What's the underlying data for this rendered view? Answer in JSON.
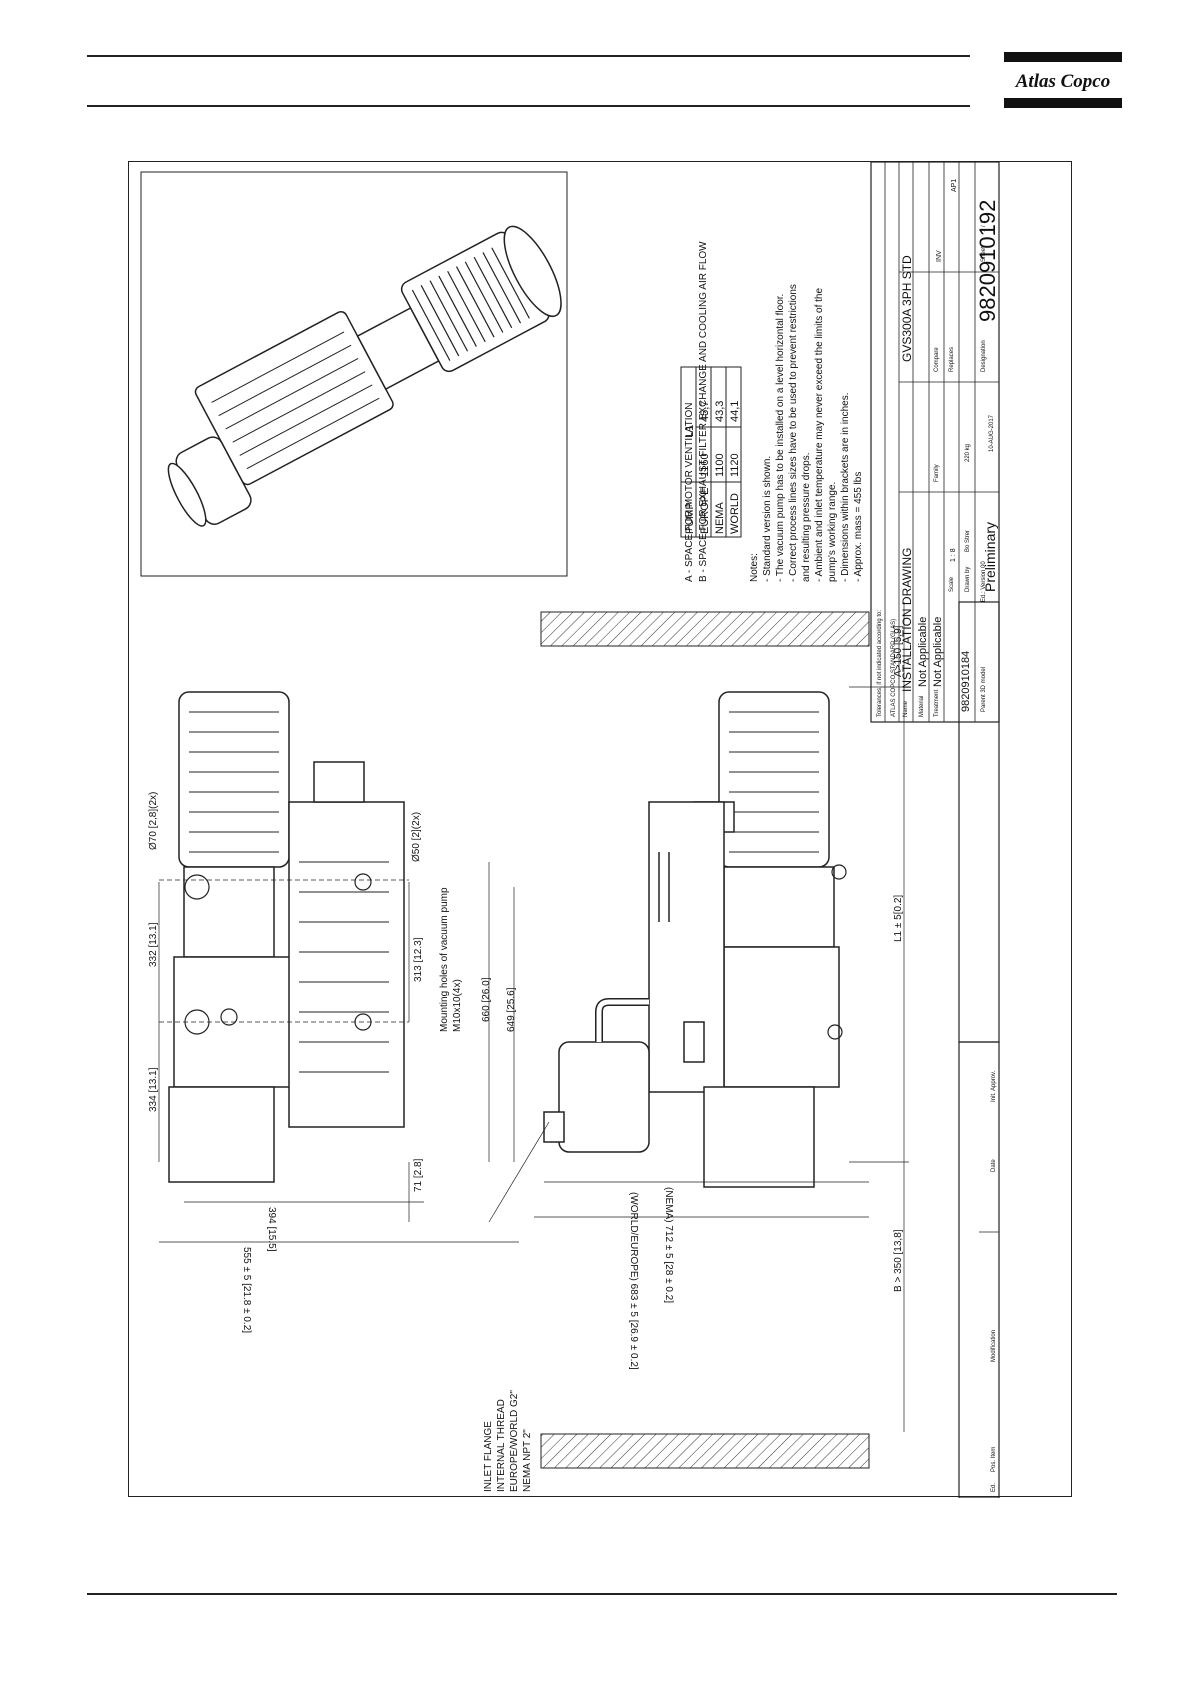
{
  "header": {
    "brand": "Atlas Copco"
  },
  "drawing": {
    "notes_title": "Notes:",
    "notes": [
      "- Standard version is shown.",
      "- The vacuum pump has to be installed on a level horizontal floor.",
      "- Correct process lines sizes have to be used to prevent restrictions",
      "  and resulting pressure drops.",
      "- Ambient and inlet temperature may never exceed the limits of the",
      "  pump's working range.",
      "- Dimensions within brackets are in inches.",
      "- Approx. mass = 455 lbs"
    ],
    "space_a": "A - SPACE FOR MOTOR VENTILATION",
    "space_b": "B - SPACE FOR EXHAUST FILTER EXCHANGE  AND COOLING AIR FLOW",
    "l1_table": {
      "headers": [
        "PUMP",
        "L1"
      ],
      "rows": [
        [
          "EUROPE",
          "1160",
          "45,7"
        ],
        [
          "NEMA",
          "1100",
          "43,3"
        ],
        [
          "WORLD",
          "1120",
          "44,1"
        ]
      ]
    },
    "dims": {
      "d70": "Ø70 [2,8](2x)",
      "d50": "Ø50 [2](2x)",
      "d332": "332 [13.1]",
      "d334": "334 [13.1]",
      "d313": "313 [12.3]",
      "mounting1": "Mounting holes of vacuum pump",
      "mounting2": "M10x10(4x)",
      "d660": "660 [26.0]",
      "d649": "649 [25.6]",
      "d71": "71 [2.8]",
      "d394": "394 [15.5]",
      "d555": "555 ± 5 [21.8 ± 0.2]",
      "d683": "(WORLD/EUROPE) 683 ± 5 [26.9 ± 0.2]",
      "d712": "(NEMA) 712 ± 5 [28 ± 0.2]",
      "l1": "L1 ± 5[0.2]",
      "a150": "A>150 [5,9]",
      "b350": "B > 350 [13,8]",
      "inlet1": "INLET FLANGE",
      "inlet2": "INTERNAL THREAD",
      "inlet3": "EUROPE/WORLD G2\"",
      "inlet4": "NEMA NPT 2\""
    },
    "title_block": {
      "tolerance": "Tolerances, if not indicated according to:",
      "standard": "ATLAS COPCO STANDARD (GLAS)",
      "name_label": "Name",
      "name_value": "INSTALLATION DRAWING",
      "product": "GVS300A 3PH STD",
      "material_label": "Material",
      "material_value": "Not Applicable",
      "treatment_label": "Treatment",
      "treatment_value": "Not Applicable",
      "scale_label": "Scale",
      "scale_value": "1 : 8",
      "family_label": "Family",
      "compare_label": "Compare",
      "replaces_label": "Replaces",
      "drawn_label": "Drawn by",
      "drawn_value": "Bo Strer",
      "sheet_label": "Sheet",
      "sheet_value": "1 / 1",
      "date_value": "10-AUG-2017",
      "designation_label": "Designation",
      "number": "9820910192",
      "status": "Preliminary",
      "parent_number": "9820910184",
      "parent_label": "Parent 3D model",
      "version": "Ed.: Version 00",
      "inv": "INV",
      "ap": "AP1",
      "mass": "220 kg",
      "modification": "Modification",
      "date": "Date",
      "initials": "Init. Approv.",
      "ed": "Ed.",
      "pos": "Pos. Item"
    }
  }
}
